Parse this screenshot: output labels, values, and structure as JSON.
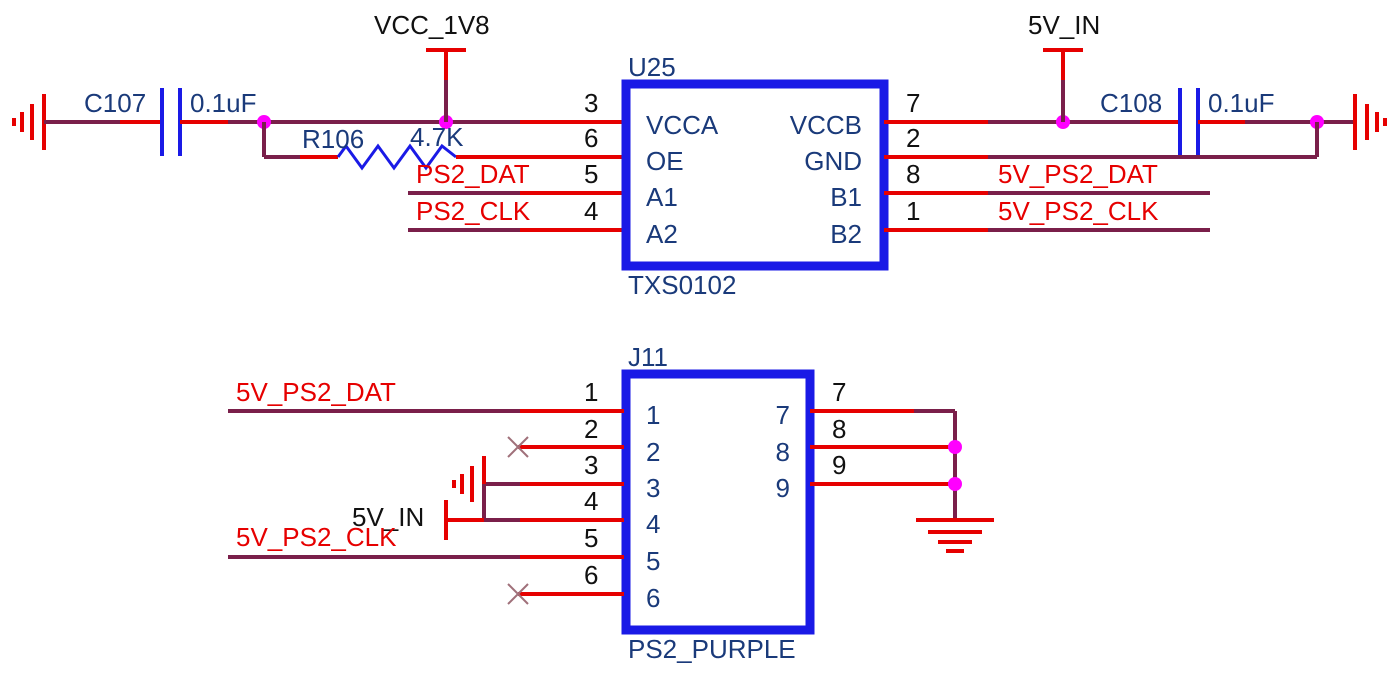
{
  "power": {
    "vcc_1v8": "VCC_1V8",
    "v5_in_top": "5V_IN",
    "v5_in_j11": "5V_IN"
  },
  "c107": {
    "ref": "C107",
    "value": "0.1uF"
  },
  "c108": {
    "ref": "C108",
    "value": "0.1uF"
  },
  "r106": {
    "ref": "R106",
    "value": "4.7K"
  },
  "u25": {
    "ref": "U25",
    "part": "TXS0102",
    "left_pins": [
      {
        "num": "3",
        "name": "VCCA"
      },
      {
        "num": "6",
        "name": "OE"
      },
      {
        "num": "5",
        "name": "A1"
      },
      {
        "num": "4",
        "name": "A2"
      }
    ],
    "right_pins": [
      {
        "num": "7",
        "name": "VCCB"
      },
      {
        "num": "2",
        "name": "GND"
      },
      {
        "num": "8",
        "name": "B1"
      },
      {
        "num": "1",
        "name": "B2"
      }
    ],
    "nets_left": [
      "PS2_DAT",
      "PS2_CLK"
    ],
    "nets_right": [
      "5V_PS2_DAT",
      "5V_PS2_CLK"
    ]
  },
  "j11": {
    "ref": "J11",
    "part": "PS2_PURPLE",
    "left_pins": [
      {
        "num": "1",
        "name": "1"
      },
      {
        "num": "2",
        "name": "2"
      },
      {
        "num": "3",
        "name": "3"
      },
      {
        "num": "4",
        "name": "4"
      },
      {
        "num": "5",
        "name": "5"
      },
      {
        "num": "6",
        "name": "6"
      }
    ],
    "right_pins": [
      {
        "num": "7",
        "name": "7"
      },
      {
        "num": "8",
        "name": "8"
      },
      {
        "num": "9",
        "name": "9"
      }
    ],
    "nets": [
      "5V_PS2_DAT",
      "5V_PS2_CLK"
    ]
  }
}
